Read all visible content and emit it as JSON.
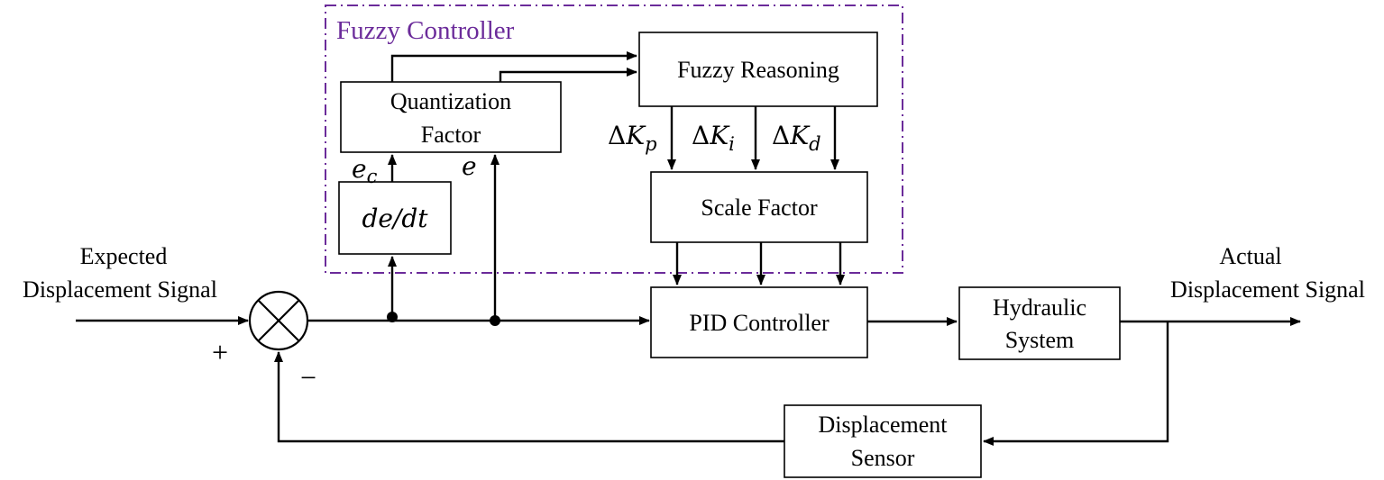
{
  "fuzzy_controller": {
    "title": "Fuzzy Controller",
    "frame_color": "#6b2b9a"
  },
  "blocks": {
    "quantization_line1": "Quantization",
    "quantization_line2": "Factor",
    "fuzzy_reasoning": "Fuzzy Reasoning",
    "scale_factor": "Scale Factor",
    "derivative": "de/dt",
    "pid_controller": "PID Controller",
    "hydraulic_line1": "Hydraulic",
    "hydraulic_line2": "System",
    "sensor_line1": "Displacement",
    "sensor_line2": "Sensor"
  },
  "signals": {
    "input_line1": "Expected",
    "input_line2": "Displacement Signal",
    "output_line1": "Actual",
    "output_line2": "Displacement Signal",
    "error": "e",
    "error_rate_base": "e",
    "error_rate_sub": "c",
    "plus": "+",
    "minus": "−",
    "gain_prefix": "Δ",
    "gain_symbol": "K",
    "kp_sub": "p",
    "ki_sub": "i",
    "kd_sub": "d"
  }
}
